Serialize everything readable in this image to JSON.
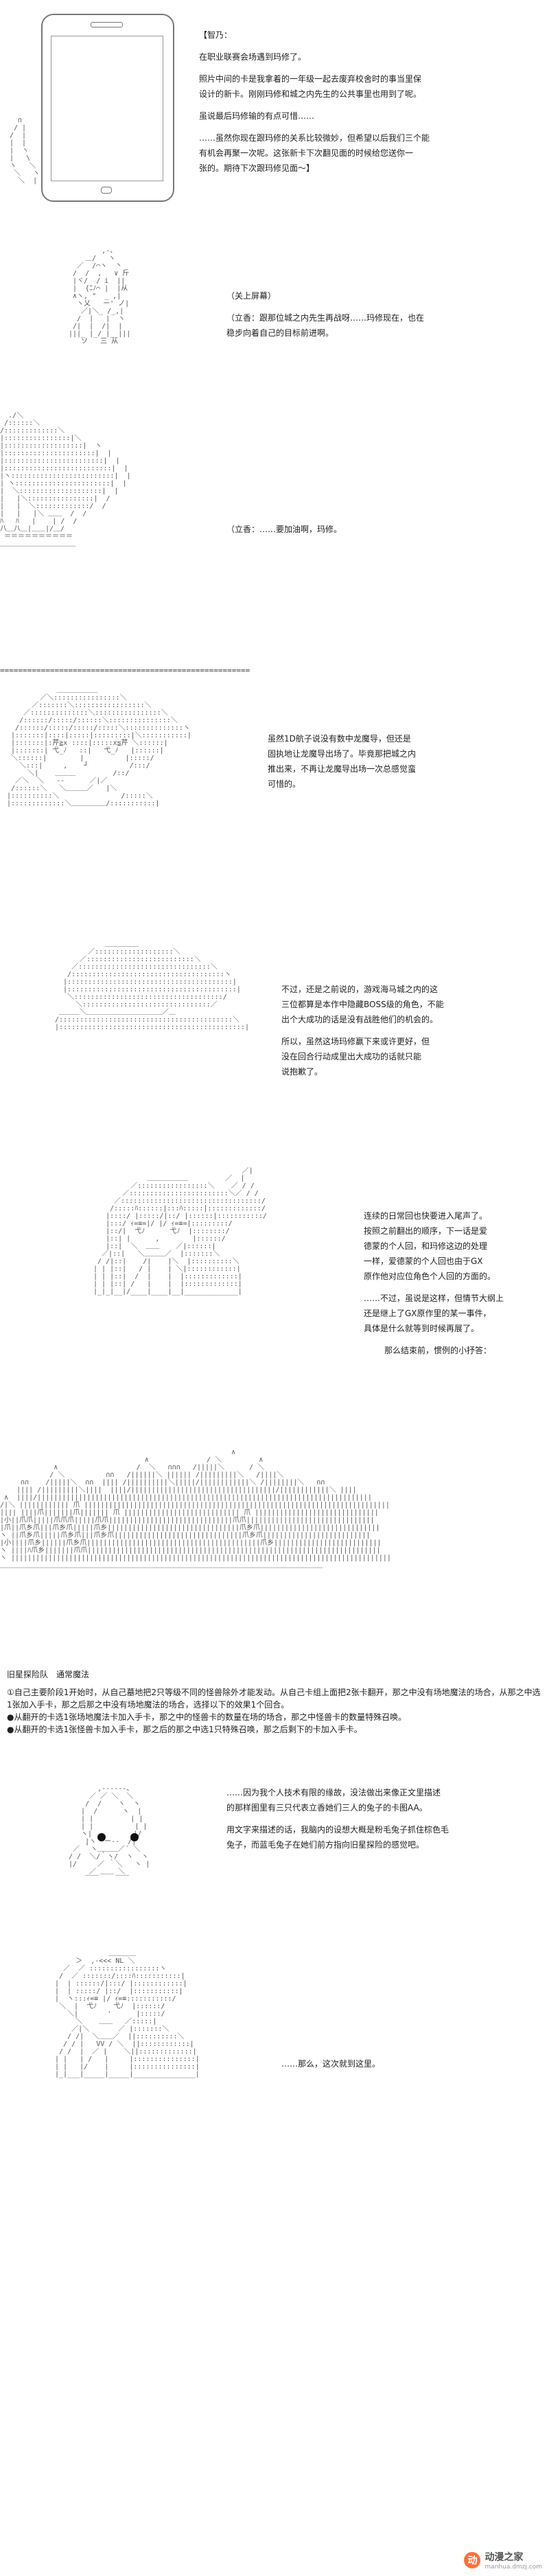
{
  "panel1": {
    "speaker": "【智乃：",
    "lines": [
      "在职业联赛会场遇到玛修了。",
      "照片中间的卡是我拿着的一年级一起去废弃校舍时的事当里保",
      "设计的新卡。刚刚玛修和城之内先生的公共事里也用到了呢。",
      "虽说最后玛修输的有点可惜……",
      "……虽然你现在跟玛修的关系比较微妙，但希望以后我们三个能",
      "有机会再聚一次呢。这张新卡下次翻见面的时候给您送你一",
      "张的。期待下次跟玛修见面～】"
    ]
  },
  "panel2": {
    "caption": "（关上屏幕）",
    "line": "（立香：跟那位城之内先生再战呀……玛修现在，也在",
    "line2": "稳步向着自己的目标前进啊。"
  },
  "panel3": {
    "line": "（立香：……要加油啊，玛修。"
  },
  "divider": "=======================================================",
  "panel4": {
    "lines": [
      "虽然1D航子说没有数中龙魔导，但还是",
      "固执地让龙魔导出场了。毕竟那把城之内",
      "推出来，不再让龙魔导出场一次总感觉蛮",
      "可惜的。"
    ]
  },
  "panel5": {
    "lines": [
      "不过，还是之前说的，游戏海马城之内的这",
      "三位都算是本作中隐藏BOSS级的角色，不能",
      "出个大成功的话是没有战胜他们的机会的。",
      "所以，虽然这场玛修赢下来或许更好，但",
      "没在回合行动成里出大成功的话就只能",
      "说抱歉了。"
    ]
  },
  "panel6": {
    "lines": [
      "连续的日常回也快要进入尾声了。",
      "按照之前翻出的顺序，下一话是爱",
      "德蒙的个人回，和玛修这边的处理",
      "一样，爱德蒙的个人回也由于GX",
      "原作他对应位角色个人回的方面的。",
      "……不过，虽说是这样，但情节大纲上",
      "还是继上了GX原作里的某一事件，",
      "具体是什么就等到时候再展了。",
      "那么结束前，惯例的小抒答："
    ]
  },
  "panel7": {
    "card_name": "旧星探险队　通常魔法",
    "effect1": "①自己主要阶段1开始时，从自己墓地把2只等级不同的怪兽除外才能发动。从自己卡组上面把2张卡翻开，那之中没有场地魔法的场合，从那之中选1张加入手卡，那之后那之中没有场地魔法的场合，选择以下的效果1个回合。",
    "effect2": "●从翻开的卡选1张场地魔法卡加入手卡，那之中的怪兽卡的数量在场的场合，那之中怪兽卡的数量特殊召唤。",
    "effect3": "●从翻开的卡选1张怪兽卡加入手卡，那之后的那之中选1只特殊召唤，那之后剩下的卡加入手卡。"
  },
  "panel8": {
    "lines": [
      "……因为我个人技术有限的缘故，没法做出来像正文里描述",
      "的那样图里有三只代表立香她们三人的兔子的卡图AA。",
      "用文字来描述的话，我脑内的设想大概是粉毛兔子抓住棕色毛",
      "兔子，而蓝毛兔子在她们前方指向旧星探险的感觉吧。"
    ]
  },
  "panel9": {
    "line": "……那么，这次就到这里。"
  },
  "watermark": {
    "site": "动漫之家",
    "url": "manhua.dmzj.com",
    "icon": "动"
  },
  "colors": {
    "text": "#222222",
    "aa": "#555555",
    "accent": "#ff6f3c"
  }
}
